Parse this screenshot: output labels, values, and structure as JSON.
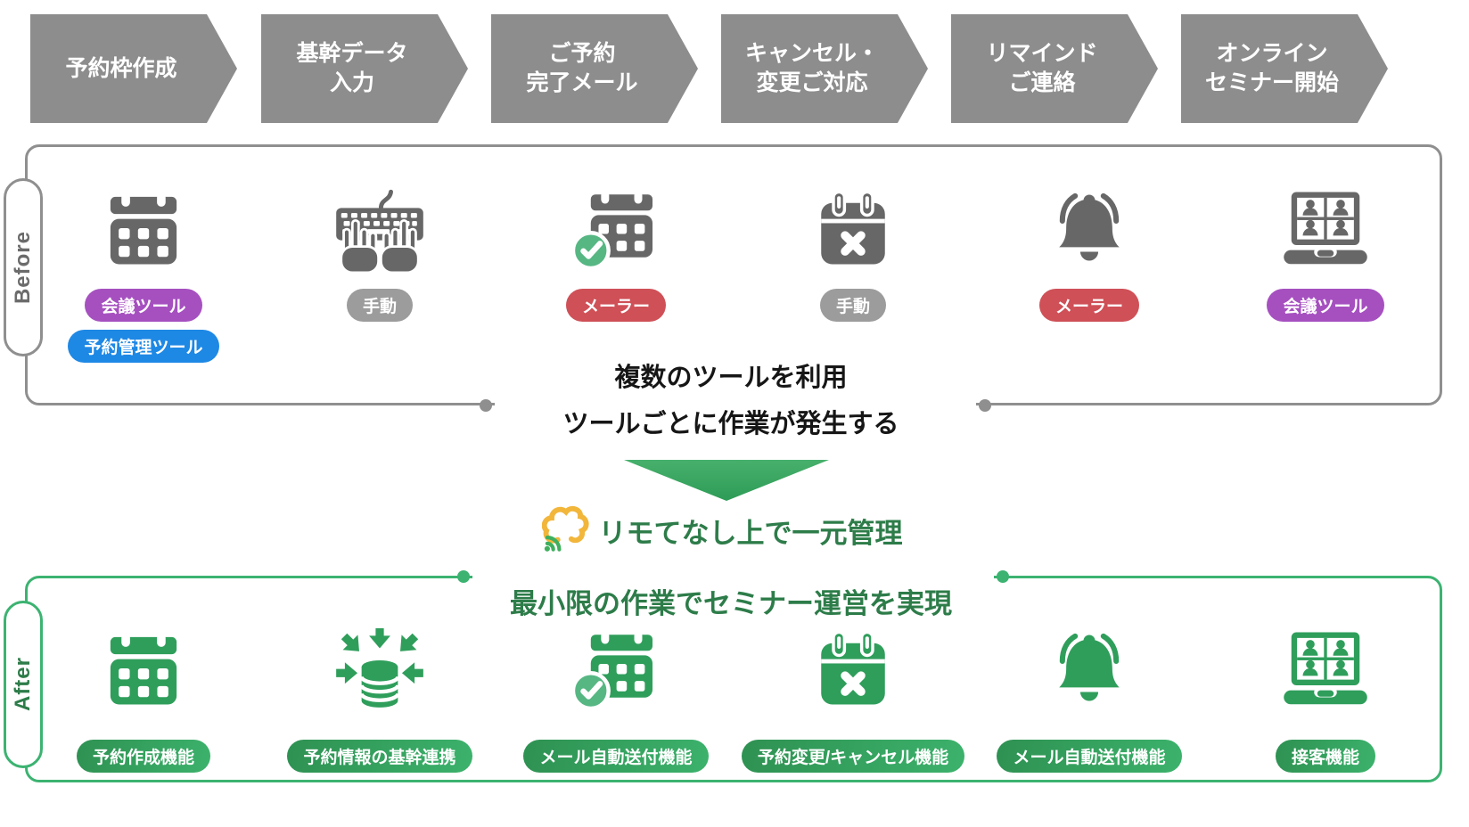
{
  "process_steps": [
    {
      "label": "予約枠作成"
    },
    {
      "label": "基幹データ\n入力"
    },
    {
      "label": "ご予約\n完了メール"
    },
    {
      "label": "キャンセル・\n変更ご対応"
    },
    {
      "label": "リマインド\nご連絡"
    },
    {
      "label": "オンライン\nセミナー開始"
    }
  ],
  "before": {
    "label": "Before",
    "items": [
      {
        "icon": "calendar-icon",
        "badges": [
          {
            "text": "会議ツール",
            "color": "#a650c0"
          },
          {
            "text": "予約管理ツール",
            "color": "#1e88e5"
          }
        ]
      },
      {
        "icon": "keyboard-typing-icon",
        "badges": [
          {
            "text": "手動",
            "color": "#9c9c9c"
          }
        ]
      },
      {
        "icon": "calendar-check-icon",
        "badges": [
          {
            "text": "メーラー",
            "color": "#cf5057"
          }
        ]
      },
      {
        "icon": "calendar-cancel-icon",
        "badges": [
          {
            "text": "手動",
            "color": "#9c9c9c"
          }
        ]
      },
      {
        "icon": "bell-icon",
        "badges": [
          {
            "text": "メーラー",
            "color": "#cf5057"
          }
        ]
      },
      {
        "icon": "video-meeting-icon",
        "badges": [
          {
            "text": "会議ツール",
            "color": "#a650c0"
          }
        ]
      }
    ],
    "summary": {
      "line1": "複数のツールを利用",
      "line2": "ツールごとに作業が発生する"
    }
  },
  "transition": {
    "logo": "remotenashi-logo",
    "heading_line1": "リモてなし上で一元管理",
    "heading_line2": "最小限の作業でセミナー運営を実現"
  },
  "after": {
    "label": "After",
    "items": [
      {
        "icon": "calendar-icon",
        "badge": "予約作成機能"
      },
      {
        "icon": "database-import-icon",
        "badge": "予約情報の基幹連携"
      },
      {
        "icon": "calendar-check-icon",
        "badge": "メール自動送付機能"
      },
      {
        "icon": "calendar-cancel-icon",
        "badge": "予約変更/キャンセル機能"
      },
      {
        "icon": "bell-icon",
        "badge": "メール自動送付機能"
      },
      {
        "icon": "video-meeting-icon",
        "badge": "接客機能"
      }
    ]
  },
  "colors": {
    "step_gray": "#8d8d8d",
    "icon_gray": "#676767",
    "before_border": "#8f8f8f",
    "after_green": "#3cb371",
    "icon_green": "#2f9e5b",
    "check_green": "#56b783",
    "heading_green": "#2d7c49",
    "badge_purple": "#a650c0",
    "badge_blue": "#1e88e5",
    "badge_gray": "#9c9c9c",
    "badge_red": "#cf5057",
    "badge_green_start": "#2e9152",
    "badge_green_end": "#3cb26c",
    "summary_text": "#161616",
    "logo_yellow": "#f2b63b",
    "logo_green": "#3faf5e"
  }
}
